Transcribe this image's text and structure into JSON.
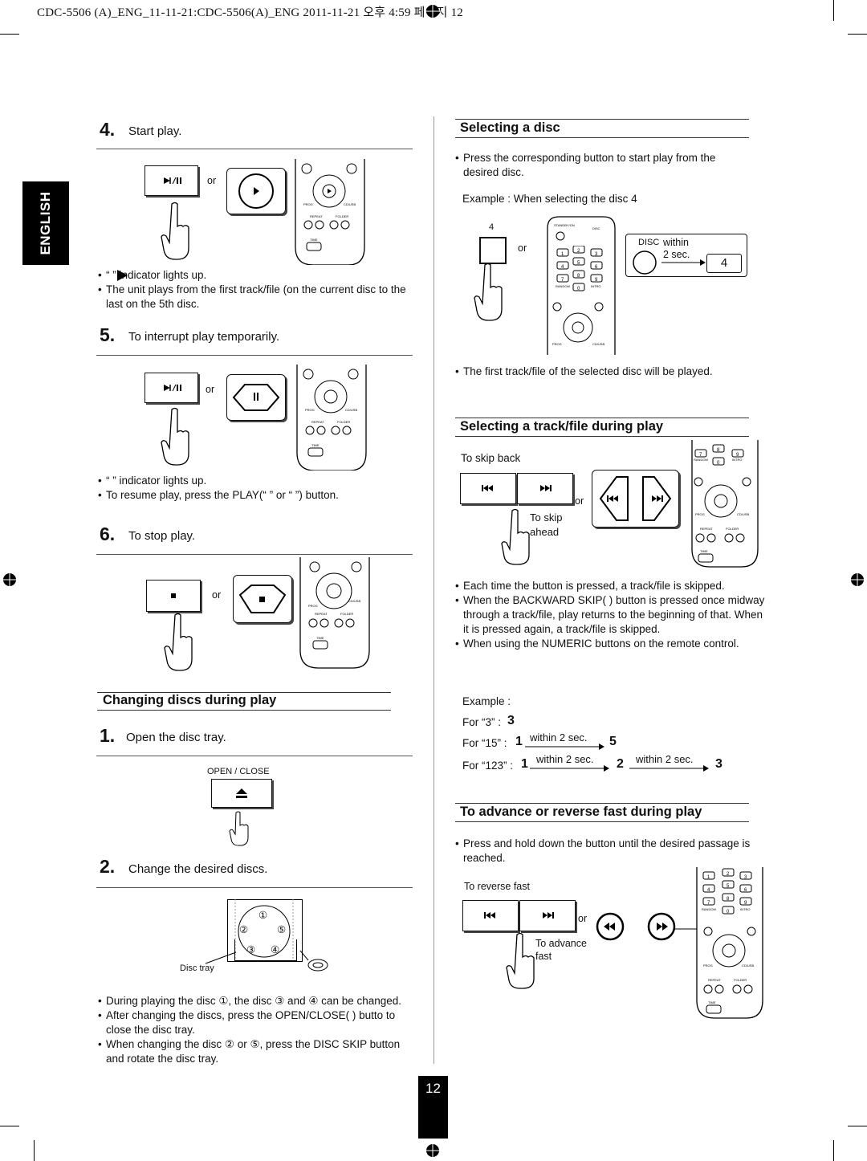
{
  "header": {
    "text": "CDC-5506 (A)_ENG_11-11-21:CDC-5506(A)_ENG  2011-11-21  오후 4:59  페이지 12"
  },
  "sidebar_tab": "ENGLISH",
  "page_number": "12",
  "left": {
    "step4": {
      "num": "4.",
      "text": "Start play.",
      "or": "or",
      "bullets": [
        "“ ” indicator lights up.",
        "The unit plays from the first track/file (on the current disc to the last on the 5th disc."
      ]
    },
    "step5": {
      "num": "5.",
      "text": "To interrupt play temporarily.",
      "or": "or",
      "bullets": [
        "“ ” indicator lights up.",
        "To resume play, press the PLAY(“ ” or “ ”) button."
      ]
    },
    "step6": {
      "num": "6.",
      "text": "To stop play.",
      "or": "or"
    },
    "changing": {
      "title": "Changing discs during play",
      "step1": {
        "num": "1.",
        "text": "Open the disc tray."
      },
      "open_close_label": "OPEN / CLOSE",
      "step2": {
        "num": "2.",
        "text": "Change the desired discs."
      },
      "disc_tray_label": "Disc tray",
      "tray_numbers": [
        "①",
        "②",
        "③",
        "④",
        "⑤"
      ],
      "bullets": [
        "During playing the disc ①, the disc ③ and ④ can be changed.",
        "After changing the discs, press the OPEN/CLOSE( ) butto to close the disc tray.",
        "When changing the disc ② or ⑤, press the DISC SKIP button and rotate the disc tray."
      ]
    }
  },
  "right": {
    "selecting_disc": {
      "title": "Selecting a disc",
      "bullet1": "Press the corresponding button to start play from the desired disc.",
      "example": "Example : When selecting the disc 4",
      "num_label": "4",
      "or": "or",
      "disc_label": "DISC",
      "within": "within",
      "sec": "2 sec.",
      "digit": "4",
      "bullet2": "The first track/file of the selected disc will be played."
    },
    "selecting_track": {
      "title": "Selecting a track/file during play",
      "skip_back": "To skip back",
      "skip_ahead": "To skip ahead",
      "or": "or",
      "bullets": [
        "Each time the button is pressed, a track/file is skipped.",
        "When the BACKWARD SKIP( ) button is pressed once midway through a track/file, play returns to the beginning of that. When it is pressed again, a track/file is skipped.",
        "When using the NUMERIC buttons on the remote control."
      ],
      "example_label": "Example :",
      "ex1_label": "For “3” :",
      "ex1_value": "3",
      "ex2_label": "For “15” :",
      "ex2_a": "1",
      "ex2_within": "within 2 sec.",
      "ex2_b": "5",
      "ex3_label": "For “123” :",
      "ex3_a": "1",
      "ex3_within1": "within 2 sec.",
      "ex3_b": "2",
      "ex3_within2": "within 2 sec.",
      "ex3_c": "3"
    },
    "advance": {
      "title": "To advance or reverse fast during play",
      "bullet": "Press and hold down the button until the desired passage is reached.",
      "reverse_fast": "To reverse fast",
      "advance_fast": "To advance fast",
      "or": "or"
    }
  },
  "remote_labels": {
    "prog": "PROG",
    "cdusb": "CD/USB",
    "repeat": "REPEAT",
    "folder": "FOLDER",
    "time": "TIME",
    "standby": "STANDBY/ON",
    "disc": "DISC",
    "random": "RANDOM",
    "intro": "INTRO",
    "keys": [
      "1",
      "2",
      "3",
      "4",
      "5",
      "6",
      "7",
      "8",
      "9",
      "0"
    ]
  }
}
